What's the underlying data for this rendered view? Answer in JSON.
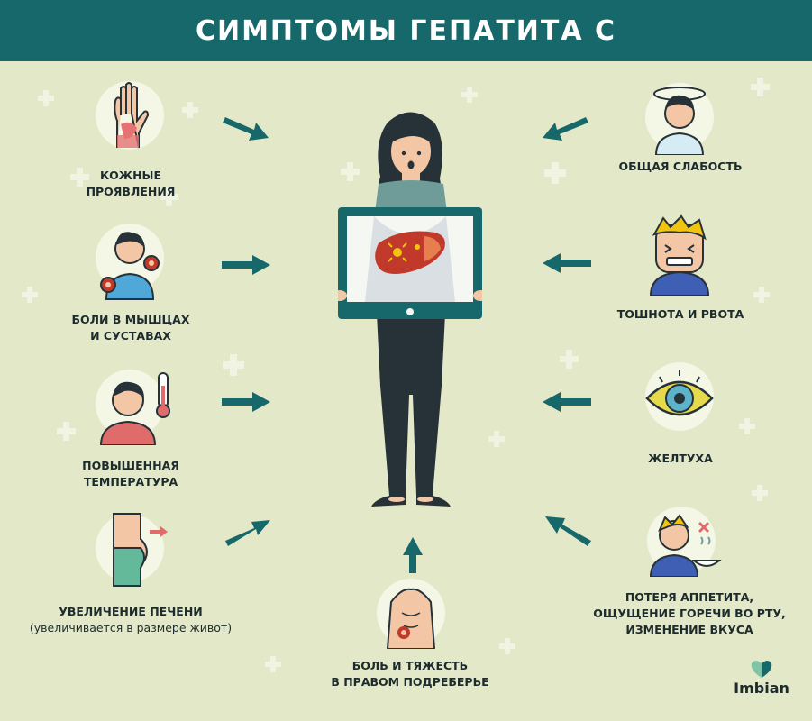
{
  "title": "СИМПТОМЫ ГЕПАТИТА С",
  "colors": {
    "background": "#e3e8c8",
    "header": "#16686a",
    "arrow": "#16686a",
    "circle": "#f4f7e6",
    "liver": "#c0392b",
    "skin": "#f3c6a5",
    "dark": "#263238"
  },
  "symptoms": {
    "skin": {
      "line1": "КОЖНЫЕ",
      "line2": "ПРОЯВЛЕНИЯ"
    },
    "muscles": {
      "line1": "БОЛИ В МЫШЦАХ",
      "line2": "И СУСТАВАХ"
    },
    "fever": {
      "line1": "ПОВЫШЕННАЯ",
      "line2": "ТЕМПЕРАТУРА"
    },
    "liver": {
      "line1": "УВЕЛИЧЕНИЕ ПЕЧЕНИ",
      "line2": "(увеличивается в размере живот)"
    },
    "pain": {
      "line1": "БОЛЬ И ТЯЖЕСТЬ",
      "line2": "В ПРАВОМ ПОДРЕБЕРЬЕ"
    },
    "weakness": {
      "line1": "ОБЩАЯ СЛАБОСТЬ"
    },
    "nausea": {
      "line1": "ТОШНОТА И РВОТА"
    },
    "jaundice": {
      "line1": "ЖЕЛТУХА"
    },
    "appetite": {
      "line1": "ПОТЕРЯ АППЕТИТА,",
      "line2": "ОЩУЩЕНИЕ ГОРЕЧИ ВО РТУ,",
      "line3": "ИЗМЕНЕНИЕ ВКУСА"
    }
  },
  "logo": {
    "text": "Imbian"
  }
}
